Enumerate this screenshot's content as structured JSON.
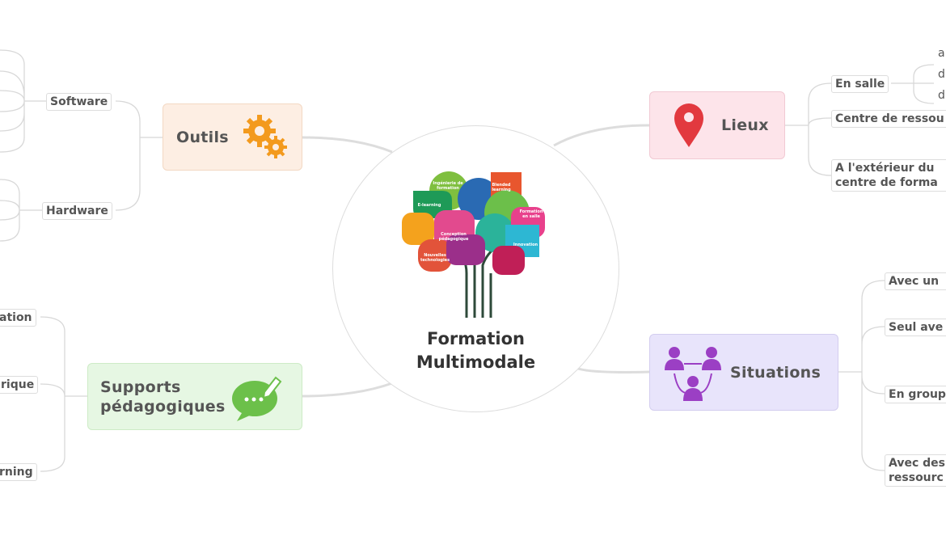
{
  "center": {
    "title_line1": "Formation",
    "title_line2": "Multimodale",
    "tree_labels": [
      "Ingénierie de formation",
      "Blended learning",
      "E-learning",
      "Formation en salle",
      "Conception pédagogique",
      "Innovation",
      "Nouvelles technologies"
    ]
  },
  "topics": {
    "outils": {
      "label": "Outils",
      "icon": "gears-icon",
      "color": "#fdeee3",
      "icon_color": "#f39a1e"
    },
    "lieux": {
      "label": "Lieux",
      "icon": "map-pin-icon",
      "color": "#fde4ea",
      "icon_color": "#e2393f"
    },
    "supports": {
      "label_line1": "Supports",
      "label_line2": "pédagogiques",
      "icon": "chat-bubble-pencil-icon",
      "color": "#e6f7e3",
      "icon_color": "#6cc04a"
    },
    "situations": {
      "label": "Situations",
      "icon": "group-people-icon",
      "color": "#e8e4fb",
      "icon_color": "#9b3fc4"
    }
  },
  "outils_children": [
    "Software",
    "Hardware"
  ],
  "lieux_children": {
    "en_salle": "En salle",
    "centre": "Centre de ressou",
    "exterieur_line1": "A l'extérieur du",
    "exterieur_line2": "centre de forma",
    "en_salle_leaves": [
      "a",
      "d",
      "d"
    ]
  },
  "situations_children": {
    "c1": "Avec un",
    "c2": "Seul ave",
    "c3": "En group",
    "c4_line1": "Avec des",
    "c4_line2": "ressourc"
  },
  "supports_children": [
    "ation",
    "rique",
    "rning"
  ]
}
